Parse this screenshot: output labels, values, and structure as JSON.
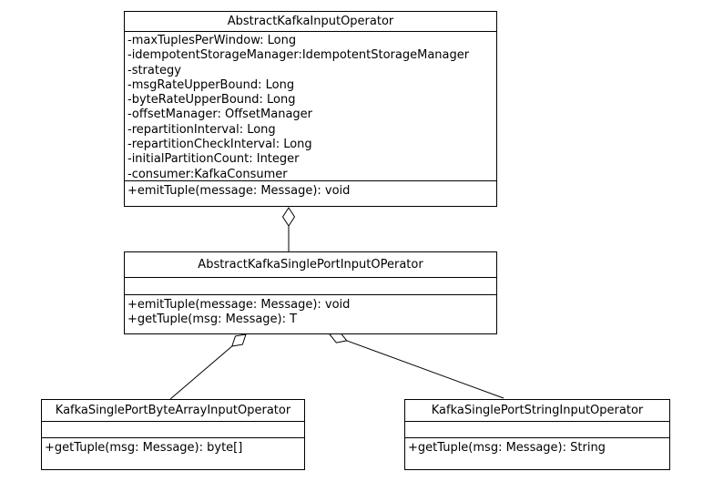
{
  "diagram": {
    "colors": {
      "background": "#ffffff",
      "line": "#000000",
      "text": "#000000"
    },
    "classes": [
      {
        "title": "AbstractKafkaInputOperator",
        "attributes": [
          "-maxTuplesPerWindow: Long",
          "-idempotentStorageManager:IdempotentStorageManager",
          "-strategy",
          "-msgRateUpperBound: Long",
          "-byteRateUpperBound: Long",
          "-offsetManager: OffsetManager",
          "-repartitionInterval: Long",
          "-repartitionCheckInterval: Long",
          "-initialPartitionCount: Integer",
          "-consumer:KafkaConsumer"
        ],
        "methods": [
          "+emitTuple(message: Message): void"
        ]
      },
      {
        "title": "AbstractKafkaSinglePortInputOPerator",
        "attributes": [],
        "methods": [
          "+emitTuple(message: Message): void",
          "+getTuple(msg: Message): T"
        ]
      },
      {
        "title": "KafkaSinglePortByteArrayInputOperator",
        "attributes": [],
        "methods": [
          "+getTuple(msg: Message): byte[]"
        ]
      },
      {
        "title": "KafkaSinglePortStringInputOperator",
        "attributes": [],
        "methods": [
          "+getTuple(msg: Message): String"
        ]
      }
    ],
    "relationships": [
      {
        "type": "aggregation",
        "from": "AbstractKafkaSinglePortInputOPerator",
        "to": "AbstractKafkaInputOperator"
      },
      {
        "type": "aggregation",
        "from": "KafkaSinglePortByteArrayInputOperator",
        "to": "AbstractKafkaSinglePortInputOPerator"
      },
      {
        "type": "aggregation",
        "from": "KafkaSinglePortStringInputOperator",
        "to": "AbstractKafkaSinglePortInputOPerator"
      }
    ]
  }
}
